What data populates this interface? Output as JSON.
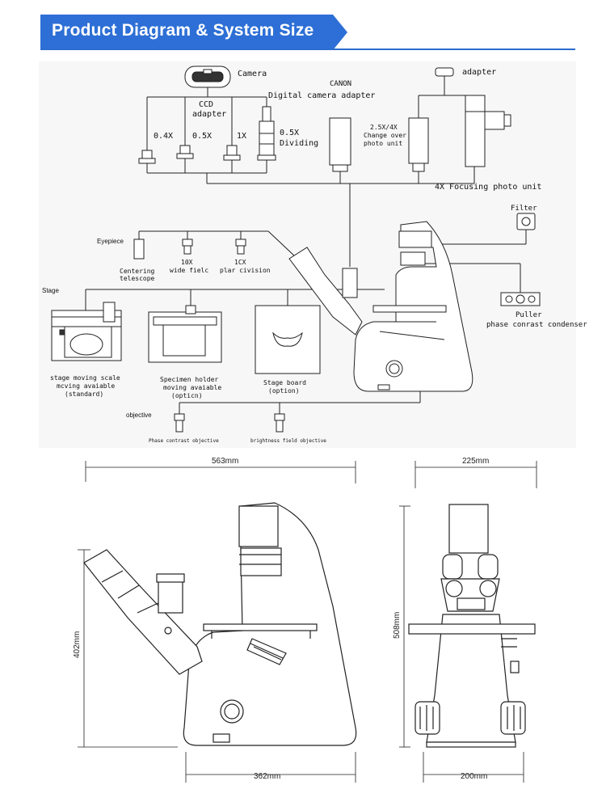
{
  "header": {
    "title": "Product Diagram & System Size"
  },
  "components": {
    "camera": "Camera",
    "ccd_adapter": [
      "CCD",
      "adapter"
    ],
    "ratios": {
      "r04": "0.4X",
      "r05": "0.5X",
      "r1": "1X",
      "dividing": [
        "0.5X",
        "Dividing"
      ]
    },
    "canon": [
      "CANON",
      "Digital camera adapter"
    ],
    "change_over": [
      "2.5X/4X",
      "Change over",
      "photo unit"
    ],
    "adapter": "adapter",
    "focusing_unit": "4X Focusing photo unit",
    "filter": "Filter",
    "puller": [
      "Puller",
      "phase conrast condenser"
    ],
    "eyepiece": {
      "label": "Eyepiece",
      "centering": [
        "Centering",
        "telescope"
      ],
      "wide": [
        "10X",
        "wide fielc"
      ],
      "plan": [
        "1CX",
        "plar civision"
      ]
    },
    "stage": {
      "label": "Stage",
      "moving": [
        "stage moving scale",
        "mcving avaiable",
        "(standard)"
      ],
      "holder": [
        "Specimen holder",
        "moving avaiable",
        "(opticn)"
      ],
      "board": [
        "Stage board",
        "(option)"
      ]
    },
    "objective": {
      "label": "objective",
      "phase": "Phase contrast objective",
      "bright": "brightness field objective"
    }
  },
  "dimensions": {
    "side_width": "563mm",
    "side_height": "402mm",
    "base_width": "362mm",
    "front_width": "225mm",
    "front_height": "508mm",
    "front_base": "200mm"
  },
  "colors": {
    "banner": "#2d6fd6",
    "rule": "#2b6ccf",
    "line": "#222222",
    "panel": "#f7f7f7"
  }
}
